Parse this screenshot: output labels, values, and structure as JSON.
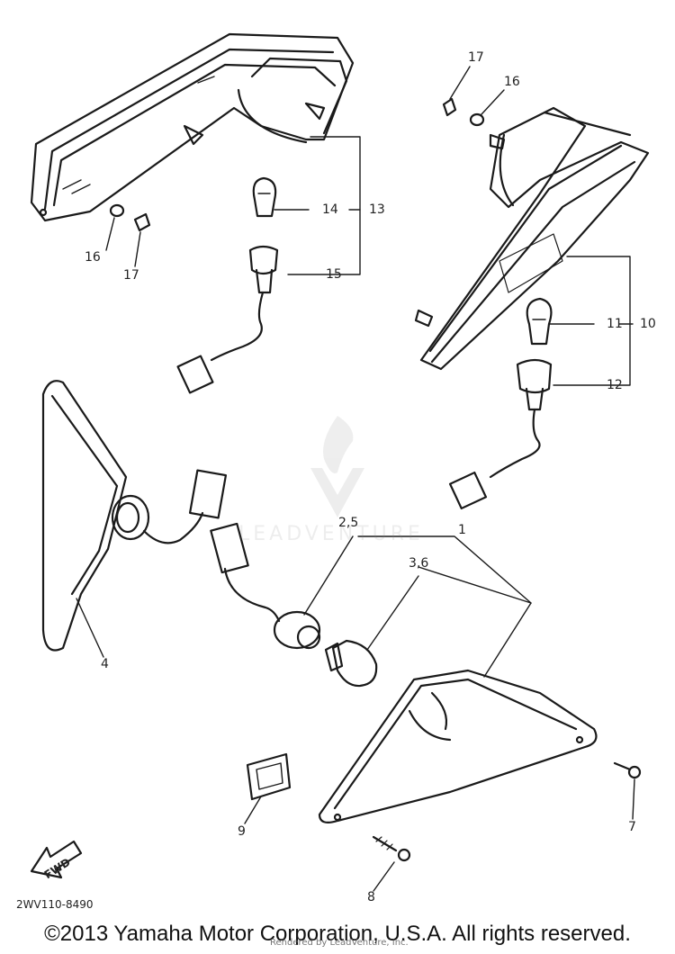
{
  "callouts": {
    "c1": "1",
    "c2_5": "2,5",
    "c3_6": "3,6",
    "c4": "4",
    "c7": "7",
    "c8": "8",
    "c9": "9",
    "c10": "10",
    "c11": "11",
    "c12": "12",
    "c13": "13",
    "c14": "14",
    "c15": "15",
    "c16_left": "16",
    "c17_left": "17",
    "c16_right": "16",
    "c17_right": "17"
  },
  "diagram_code": "2WV110-8490",
  "fwd_label": "FWD",
  "copyright": "©2013 Yamaha Motor Corporation, U.S.A. All rights reserved.",
  "watermark": {
    "logo_text": "LEADVENTURE",
    "footer": "Rendered by LeadVenture, Inc."
  }
}
